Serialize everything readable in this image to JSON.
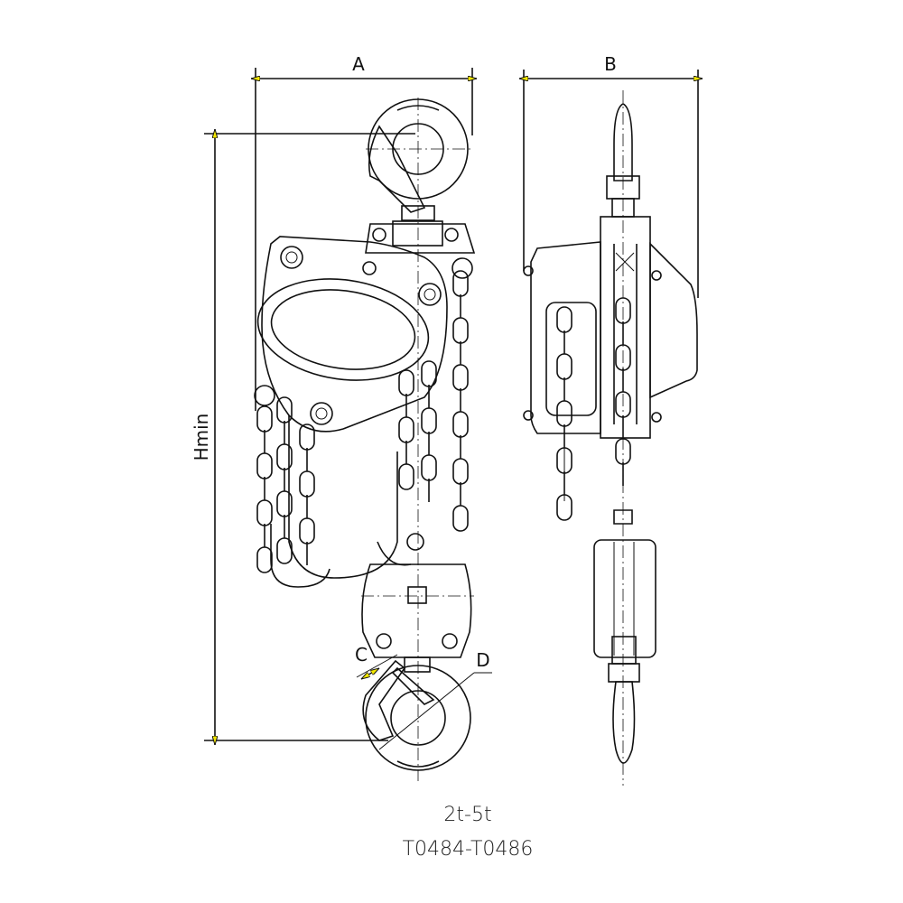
{
  "dimensions": {
    "a": "A",
    "b": "B",
    "c": "C",
    "d": "D",
    "hmin": "Hmin"
  },
  "caption": {
    "capacity": "2t-5t",
    "models": "T0484-T0486"
  },
  "colors": {
    "arrow_fill": "#f2e600",
    "line": "#111111"
  }
}
